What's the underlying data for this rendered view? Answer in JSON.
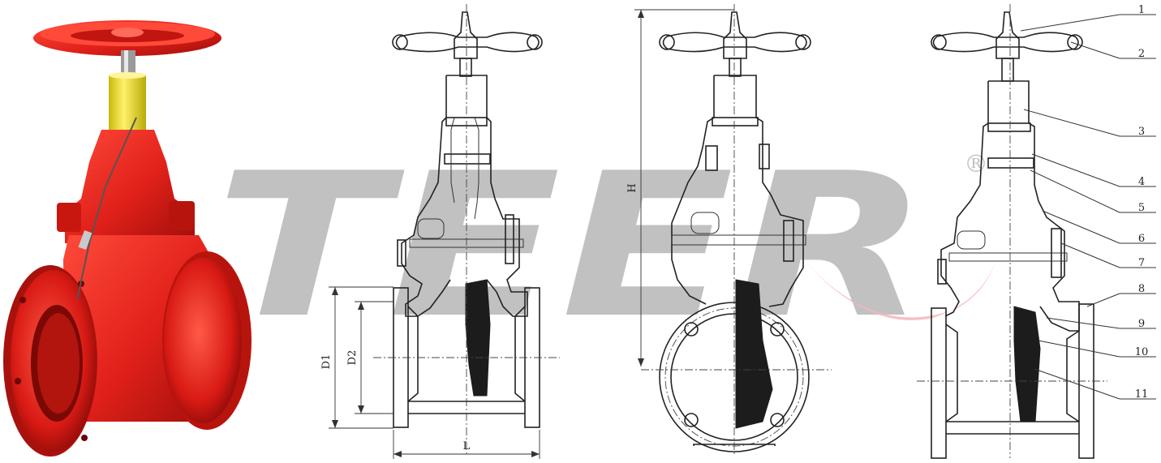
{
  "watermark": {
    "text": "TEER",
    "registered_mark": "®",
    "color": "#a3a3a3",
    "accent_color": "#f2a9b3"
  },
  "product_photo": {
    "body_color": "#e0201a",
    "stem_sleeve_color": "#f2e320"
  },
  "dimensions": {
    "D1": "D1",
    "D2": "D2",
    "L": "L",
    "H": "H"
  },
  "part_numbers": [
    "1",
    "2",
    "3",
    "4",
    "5",
    "6",
    "7",
    "8",
    "9",
    "10",
    "11"
  ]
}
